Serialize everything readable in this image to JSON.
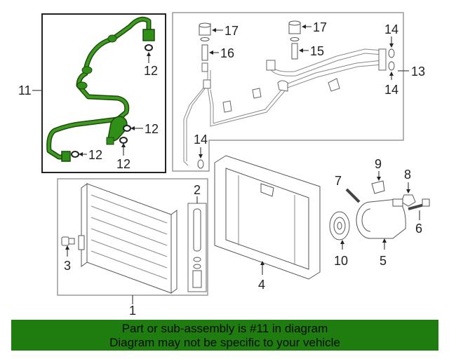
{
  "callouts": {
    "c1": "1",
    "c2": "2",
    "c3": "3",
    "c4": "4",
    "c5": "5",
    "c6": "6",
    "c7": "7",
    "c8": "8",
    "c9": "9",
    "c10": "10",
    "c11": "11",
    "c12a": "12",
    "c12b": "12",
    "c12c": "12",
    "c12d": "12",
    "c13": "13",
    "c14a": "14",
    "c14b": "14",
    "c14c": "14",
    "c15": "15",
    "c16": "16",
    "c17a": "17",
    "c17b": "17"
  },
  "highlight": {
    "color": "#2f8f17",
    "part": "11"
  },
  "banner": {
    "line1": "Part or sub-assembly is #11 in diagram",
    "line2": "Diagram may not be specific to your vehicle",
    "color": "#1f7d10"
  }
}
